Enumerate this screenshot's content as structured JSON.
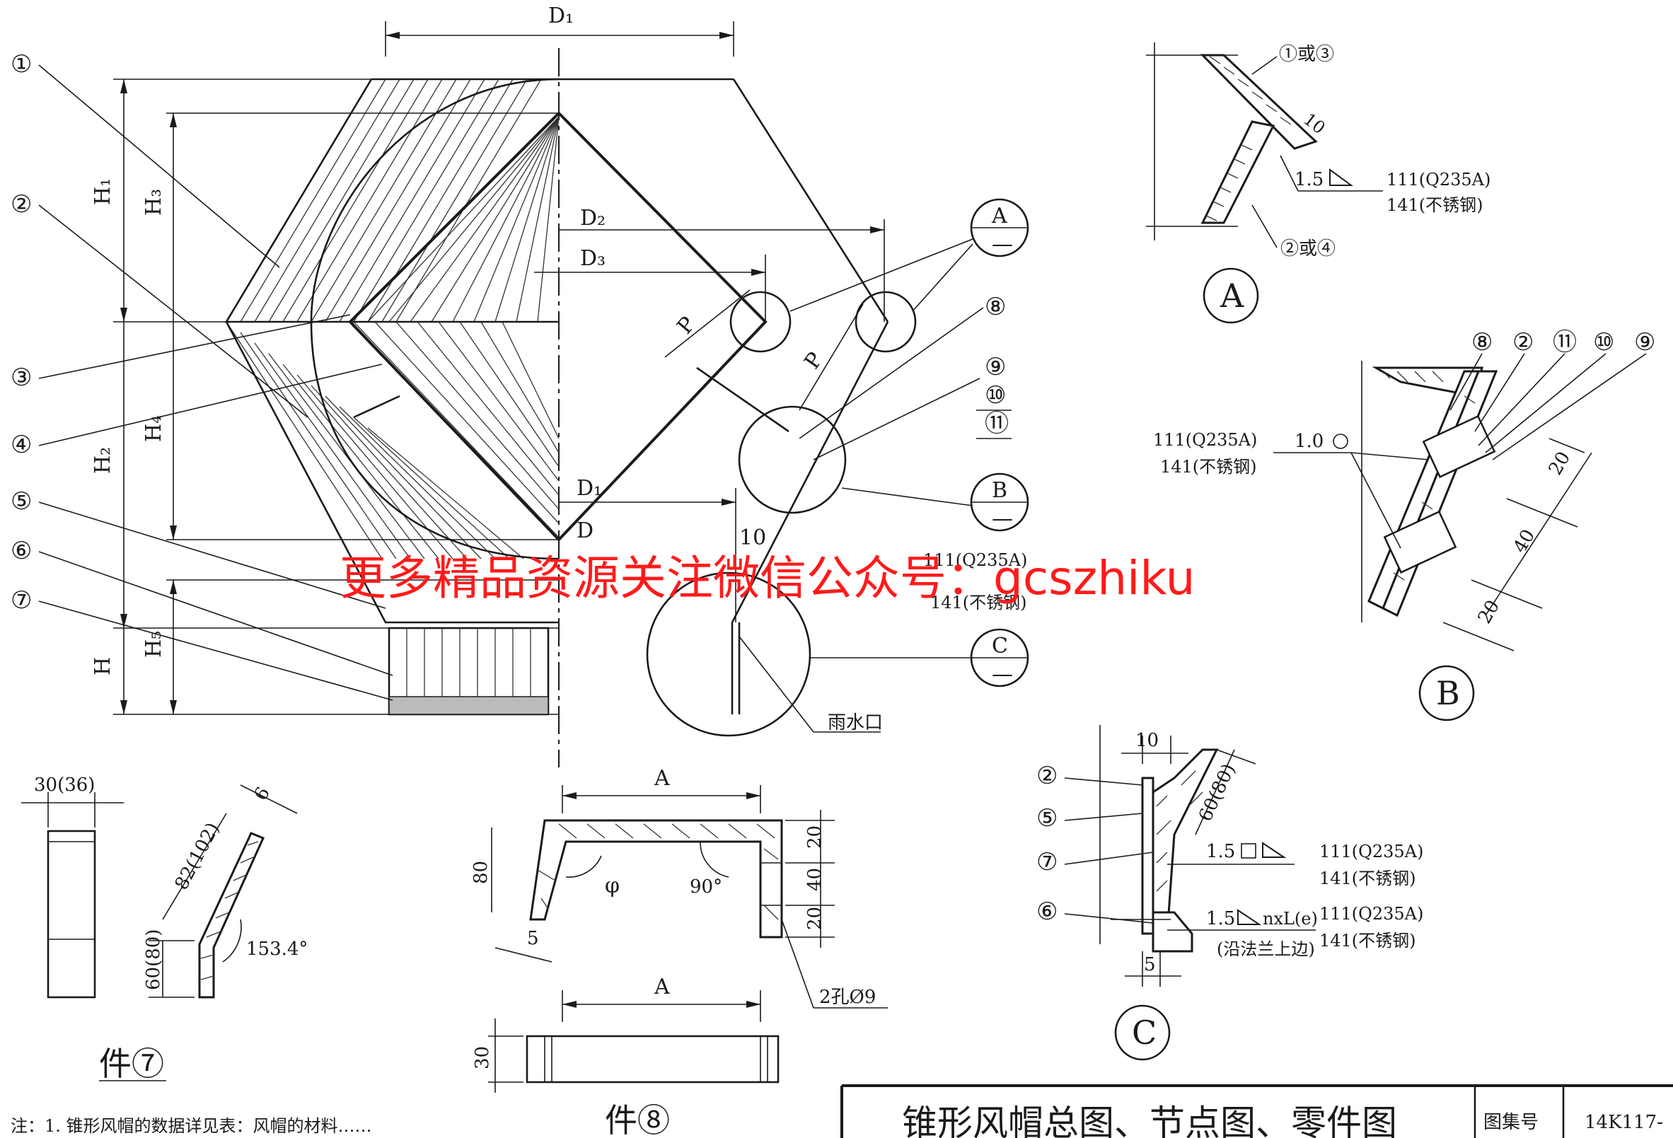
{
  "dims": {
    "D1_top": "D₁",
    "D2": "D₂",
    "D3": "D₃",
    "D1_mid": "D₁",
    "D": "D",
    "H1": "H₁",
    "H3": "H₃",
    "H2": "H₂",
    "H4": "H₄",
    "H": "H",
    "H5": "H₅",
    "P": "P",
    "P2": "P",
    "ten_top": "10"
  },
  "parts": {
    "p1": "①",
    "p2": "②",
    "p3": "③",
    "p4": "④",
    "p5": "⑤",
    "p6": "⑥",
    "p7": "⑦",
    "p8": "⑧",
    "p9": "⑨",
    "p10": "⑩",
    "p11": "⑪"
  },
  "details": {
    "A_ref": "A",
    "B_ref": "B",
    "C_ref": "C",
    "dash": "—",
    "A_title": "A",
    "B_title": "B",
    "C_title": "C",
    "rain_outlet": "雨水口"
  },
  "detail_A": {
    "lbl_13": "①或③",
    "lbl_24": "②或④",
    "ten": "10",
    "weld": "1.5",
    "w1": "111(Q235A)",
    "w2": "141(不锈钢)"
  },
  "detail_B": {
    "w1": "111(Q235A)",
    "w2": "141(不锈钢)",
    "weld": "1.0",
    "d20a": "20",
    "d40": "40",
    "d20b": "20",
    "p8": "⑧",
    "p2": "②",
    "p11": "⑪",
    "p10": "⑩",
    "p9": "⑨"
  },
  "detail_C": {
    "p2": "②",
    "p5": "⑤",
    "p7": "⑦",
    "p6": "⑥",
    "ten": "10",
    "d6080": "60(80)",
    "five": "5",
    "weld1": "1.5",
    "w1a": "111(Q235A)",
    "w1b": "141(不锈钢)",
    "weld2": "1.5",
    "nxl": "nxL(e)",
    "w2a": "111(Q235A)",
    "w2b": "141(不锈钢)",
    "flange_note": "(沿法兰上边)"
  },
  "part7": {
    "w": "30(36)",
    "t": "6",
    "l1": "82(102)",
    "l2": "60(80)",
    "angle": "153.4°",
    "title": "件⑦"
  },
  "part8": {
    "A1": "A",
    "A2": "A",
    "h80": "80",
    "phi": "φ",
    "ang90": "90°",
    "d20a": "20",
    "d40": "40",
    "d20b": "20",
    "t5": "5",
    "holes": "2孔Ø9",
    "h30": "30",
    "title": "件⑧"
  },
  "overlay_weld_text": {
    "w1": "111(Q235A)",
    "w2": "141(不锈钢)",
    "ten": "10"
  },
  "watermark": "更多精品资源关注微信公众号：gcszhiku",
  "title_block": {
    "title": "锥形风帽总图、节点图、零件图",
    "atlas_label": "图集号",
    "atlas_no": "14K117-"
  },
  "note": "注：1. 锥形风帽的数据详见表：风帽的材料……"
}
